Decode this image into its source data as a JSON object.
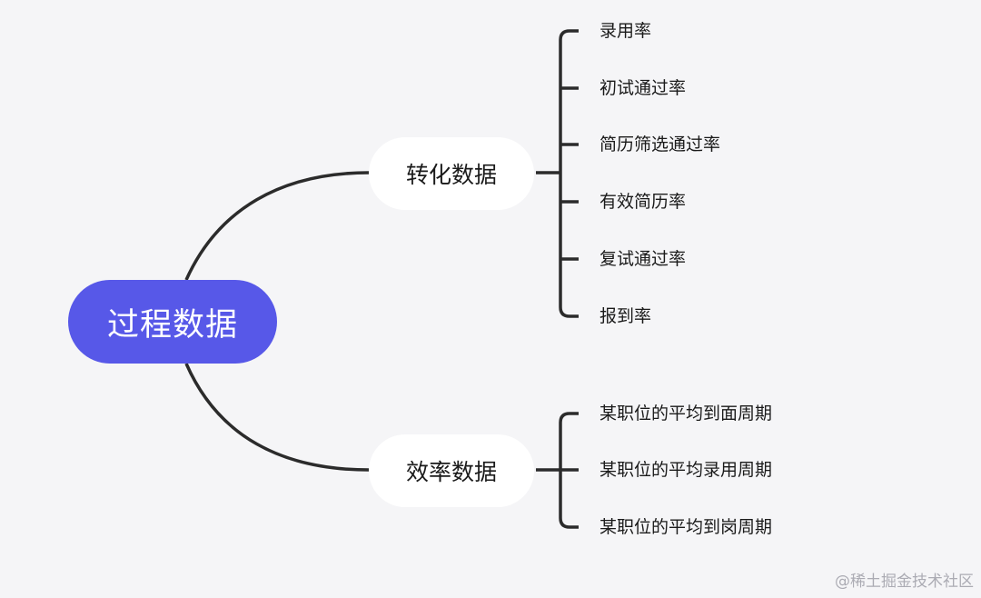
{
  "root": {
    "label": "过程数据"
  },
  "branches": [
    {
      "label": "转化数据",
      "children": [
        "录用率",
        "初试通过率",
        "简历筛选通过率",
        "有效简历率",
        "复试通过率",
        "报到率"
      ]
    },
    {
      "label": "效率数据",
      "children": [
        "某职位的平均到面周期",
        "某职位的平均录用周期",
        "某职位的平均到岗周期"
      ]
    }
  ],
  "watermark": "@稀土掘金技术社区",
  "colors": {
    "root_fill": "#5758e8",
    "branch_fill": "#ffffff",
    "connector": "#2b2b2b",
    "background": "#f5f5f7"
  }
}
